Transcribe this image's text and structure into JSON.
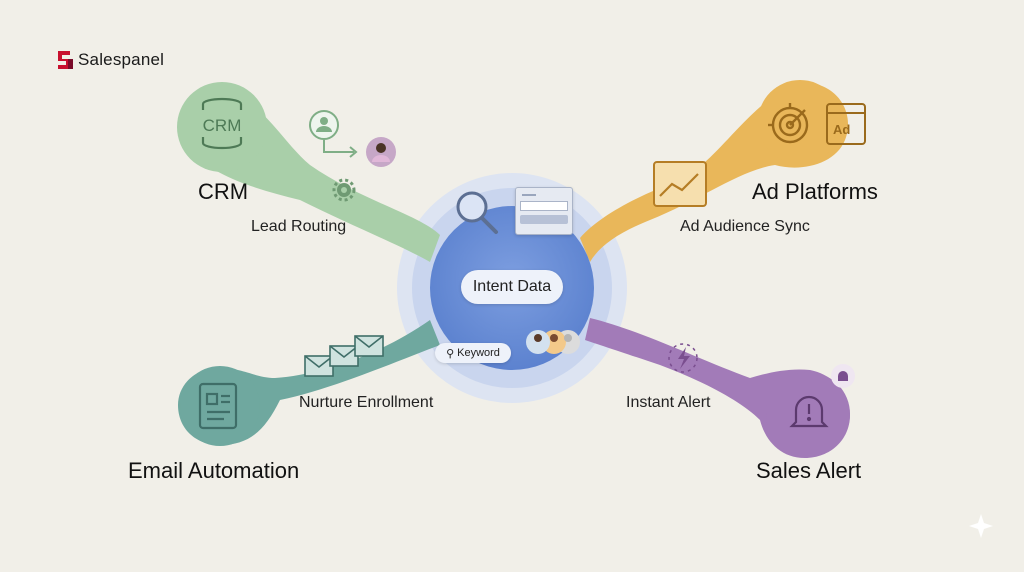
{
  "brand": {
    "name": "Salespanel",
    "logo_color": "#c8102e"
  },
  "center": {
    "label": "Intent Data",
    "keyword_chip": "Keyword",
    "color": "#6f93d8"
  },
  "nodes": [
    {
      "id": "crm",
      "title": "CRM",
      "icon_text": "CRM",
      "edge_label": "Lead Routing",
      "color": "#a9cfa9",
      "icon": "database-icon"
    },
    {
      "id": "ads",
      "title": "Ad Platforms",
      "icon_text": "Ad",
      "edge_label": "Ad Audience Sync",
      "color": "#e9b75a",
      "icon": "target-icon"
    },
    {
      "id": "email",
      "title": "Email Automation",
      "edge_label": "Nurture Enrollment",
      "color": "#6fa89f",
      "icon": "newsletter-icon"
    },
    {
      "id": "sales",
      "title": "Sales Alert",
      "edge_label": "Instant Alert",
      "color": "#a27bb8",
      "icon": "bell-alert-icon"
    }
  ],
  "background_color": "#f1efe8"
}
